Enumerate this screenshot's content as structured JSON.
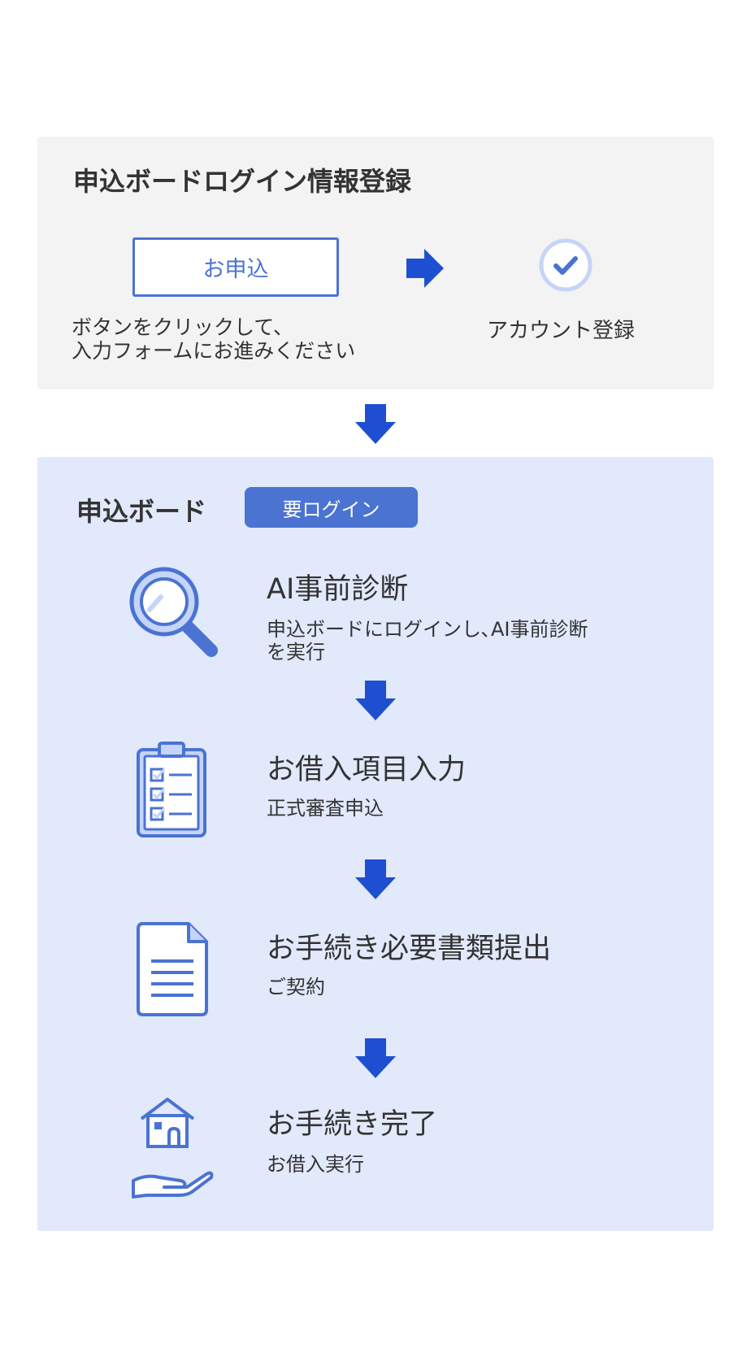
{
  "login_section": {
    "title": "申込ボードログイン情報登録",
    "apply_button": "お申込",
    "instruction_line1": "ボタンをクリックして、",
    "instruction_line2": "入力フォームにお進みください",
    "account_label": "アカウント登録"
  },
  "board": {
    "title": "申込ボード",
    "badge": "要ログイン",
    "steps": [
      {
        "heading": "AI事前診断",
        "sub_line1": "申込ボードにログインし､AI事前診断",
        "sub_line2": "を実行",
        "icon": "magnifier-icon"
      },
      {
        "heading": "お借入項目入力",
        "sub_line1": "正式審査申込",
        "icon": "clipboard-checklist-icon"
      },
      {
        "heading": "お手続き必要書類提出",
        "sub_line1": "ご契約",
        "icon": "document-icon"
      },
      {
        "heading": "お手続き完了",
        "sub_line1": "お借入実行",
        "icon": "house-hand-icon"
      }
    ]
  },
  "colors": {
    "accent": "#4a73d2",
    "arrow": "#1f4fd1",
    "top_panel_bg": "#f3f3f3",
    "board_bg": "#e1e9fb",
    "check_ring": "#c5d4f7"
  }
}
